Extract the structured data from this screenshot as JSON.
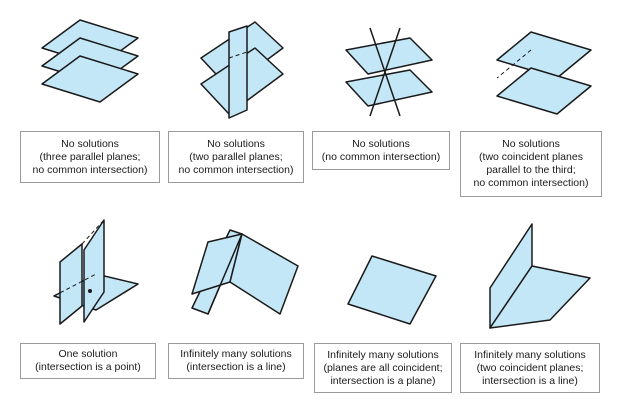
{
  "colors": {
    "plane_fill": "#c3e7f6",
    "outline": "#1a1a1a",
    "caption_border": "#9a9a9a"
  },
  "diagrams": [
    {
      "lines": [
        "No solutions",
        "(three parallel planes;",
        "no common intersection)"
      ]
    },
    {
      "lines": [
        "No solutions",
        "(two parallel planes;",
        "no common intersection)"
      ]
    },
    {
      "lines": [
        "No solutions",
        "(no common intersection)"
      ]
    },
    {
      "lines": [
        "No solutions",
        "(two coincident planes",
        "parallel to the third;",
        "no common intersection)"
      ]
    },
    {
      "lines": [
        "One solution",
        "(intersection is a point)"
      ]
    },
    {
      "lines": [
        "Infinitely many solutions",
        "(intersection is a line)"
      ]
    },
    {
      "lines": [
        "Infinitely many solutions",
        "(planes are all coincident;",
        "intersection is a plane)"
      ]
    },
    {
      "lines": [
        "Infinitely many solutions",
        "(two coincident planes;",
        "intersection is a line)"
      ]
    }
  ]
}
